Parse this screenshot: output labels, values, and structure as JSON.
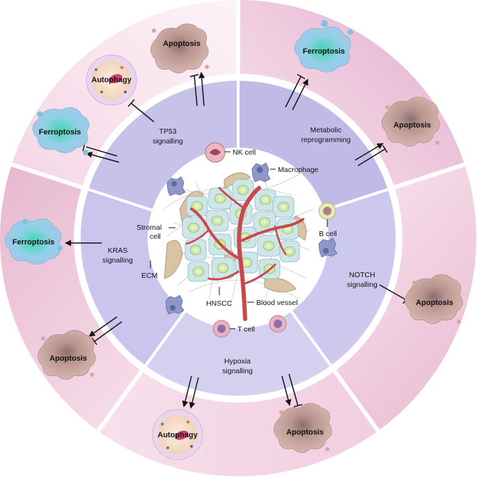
{
  "pathways": {
    "tp53": [
      "TP53",
      "signalling"
    ],
    "metabolic": [
      "Metabolic",
      "reprogramming"
    ],
    "notch": [
      "NOTCH",
      "signalling"
    ],
    "hypoxia": [
      "Hypoxia",
      "signalling"
    ],
    "kras": [
      "KRAS",
      "signalling"
    ]
  },
  "outcomes": {
    "tp53_apoptosis": "Apoptosis",
    "tp53_autophagy": "Autophagy",
    "tp53_ferroptosis": "Ferroptosis",
    "metabolic_ferroptosis": "Ferroptosis",
    "metabolic_apoptosis": "Apoptosis",
    "notch_apoptosis": "Apoptosis",
    "hypoxia_autophagy": "Autophagy",
    "hypoxia_apoptosis": "Apoptosis",
    "kras_ferroptosis": "Ferroptosis",
    "kras_apoptosis": "Apoptosis"
  },
  "tme": {
    "nk_cell": "NK cell",
    "macrophage": "Macrophage",
    "b_cell": "B cell",
    "stromal_cell": [
      "Stromal",
      "cell"
    ],
    "ecm": "ECM",
    "hnscc": "HNSCC",
    "blood_vessel": "Blood vessel",
    "t_cell": "T cell"
  },
  "colors": {
    "outer_pink": "#f1cde0",
    "outer_light": "#fbeef4",
    "inner_purple": "#b9b4e2",
    "inner_light": "#ebe9f7",
    "apoptosis_cell": "#caa29a",
    "ferroptosis_cell": "#9fd3e6",
    "autophagy_cell": "#f4dfcf",
    "tumor_cell": "#cfe7ea",
    "vessel": "#c9484e"
  }
}
